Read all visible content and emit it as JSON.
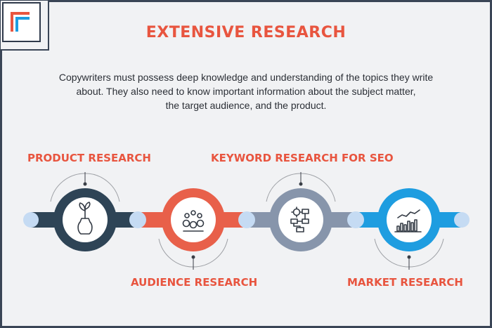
{
  "title": "EXTENSIVE RESEARCH",
  "description_lines": [
    "Copywriters must possess deep knowledge and understanding of the topics they write",
    "about. They also need to know important information about the subject matter,",
    "the target audience, and the product."
  ],
  "steps": [
    {
      "label": "PRODUCT RESEARCH",
      "icon": "plant-jar-icon",
      "color": "#2e4456",
      "label_position": "top"
    },
    {
      "label": "AUDIENCE RESEARCH",
      "icon": "audience-group-icon",
      "color": "#e8604a",
      "label_position": "bottom"
    },
    {
      "label": "KEYWORD RESEARCH FOR SEO",
      "icon": "flowchart-gear-icon",
      "color": "#8795ab",
      "label_position": "top"
    },
    {
      "label": "MARKET RESEARCH",
      "icon": "bar-chart-icon",
      "color": "#1e9de0",
      "label_position": "bottom"
    }
  ],
  "colors": {
    "accent": "#e8553f",
    "connector_dot": "#c5dbf3",
    "frame": "#3a4556"
  }
}
